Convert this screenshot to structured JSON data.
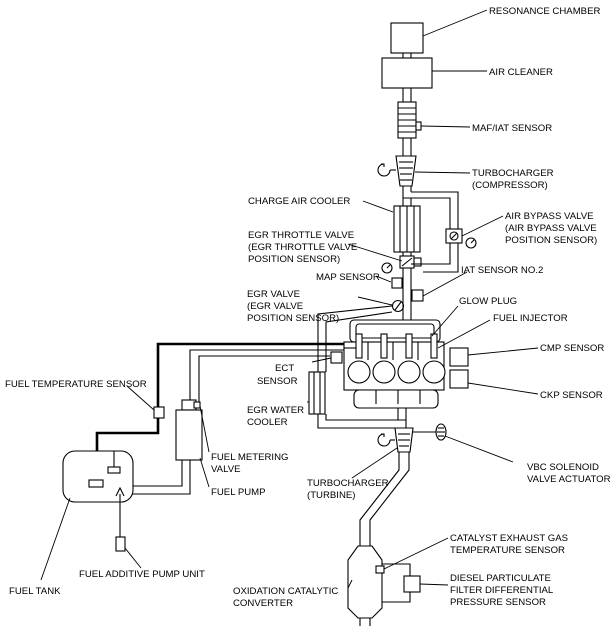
{
  "labels": {
    "resonance_chamber": "RESONANCE CHAMBER",
    "air_cleaner": "AIR CLEANER",
    "maf_iat_sensor": "MAF/IAT SENSOR",
    "turbo_comp_1": "TURBOCHARGER",
    "turbo_comp_2": "(COMPRESSOR)",
    "charge_air_cooler": "CHARGE AIR COOLER",
    "air_bypass_1": "AIR BYPASS VALVE",
    "air_bypass_2": "(AIR BYPASS VALVE",
    "air_bypass_3": "POSITION SENSOR)",
    "egr_throttle_1": "EGR THROTTLE VALVE",
    "egr_throttle_2": "(EGR THROTTLE VALVE",
    "egr_throttle_3": "POSITION SENSOR)",
    "map_sensor": "MAP SENSOR",
    "iat_sensor_2": "IAT SENSOR NO.2",
    "egr_valve_1": "EGR VALVE",
    "egr_valve_2": "(EGR VALVE",
    "egr_valve_3": "POSITION SENSOR)",
    "glow_plug": "GLOW PLUG",
    "fuel_injector": "FUEL INJECTOR",
    "cmp_sensor": "CMP SENSOR",
    "ckp_sensor": "CKP SENSOR",
    "ect_sensor_1": "ECT",
    "ect_sensor_2": "SENSOR",
    "fuel_temp_sensor": "FUEL TEMPERATURE SENSOR",
    "egr_water_1": "EGR WATER",
    "egr_water_2": "COOLER",
    "fuel_metering_1": "FUEL METERING",
    "fuel_metering_2": "VALVE",
    "vbc_1": "VBC SOLENOID",
    "vbc_2": "VALVE ACTUATOR",
    "turbo_turb_1": "TURBOCHARGER",
    "turbo_turb_2": "(TURBINE)",
    "fuel_pump": "FUEL PUMP",
    "fuel_additive": "FUEL ADDITIVE PUMP UNIT",
    "catalyst_temp_1": "CATALYST EXHAUST GAS",
    "catalyst_temp_2": "TEMPERATURE SENSOR",
    "fuel_tank": "FUEL TANK",
    "oxidation_1": "OXIDATION CATALYTIC",
    "oxidation_2": "CONVERTER",
    "dpf_1": "DIESEL PARTICULATE",
    "dpf_2": "FILTER DIFFERENTIAL",
    "dpf_3": "PRESSURE SENSOR"
  }
}
